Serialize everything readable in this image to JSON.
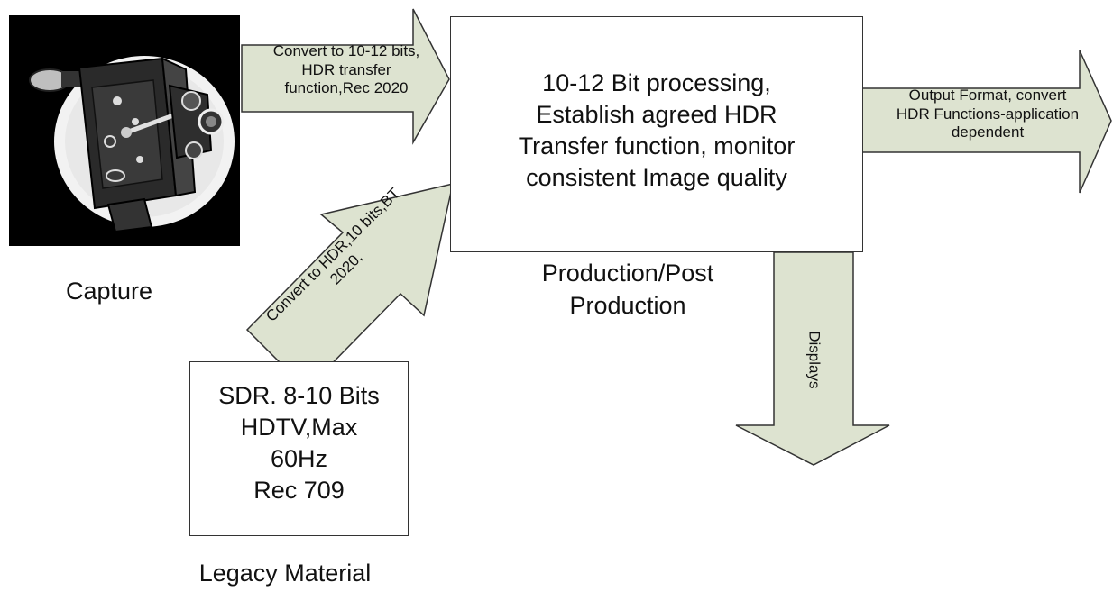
{
  "capture": {
    "caption": "Capture"
  },
  "production": {
    "box_text": "10-12 Bit processing,\nEstablish agreed HDR\nTransfer function, monitor\nconsistent Image quality",
    "caption": "Production/Post\nProduction"
  },
  "legacy": {
    "box_text": "SDR. 8-10 Bits\nHDTV,Max\n60Hz\nRec 709",
    "caption": "Legacy Material"
  },
  "arrows": {
    "capture_to_production": "Convert to 10-12 bits,\nHDR transfer\nfunction,Rec 2020",
    "legacy_to_production": "Convert to HDR,10 bits,BT\n2020,",
    "output": "Output Format, convert\nHDR Functions-application\ndependent",
    "displays": "Displays"
  },
  "colors": {
    "arrow_fill": "#dde3d0",
    "arrow_stroke": "#333333",
    "photo_background": "#000000"
  },
  "icons": {
    "capture_photo": "movie-camera-icon"
  }
}
